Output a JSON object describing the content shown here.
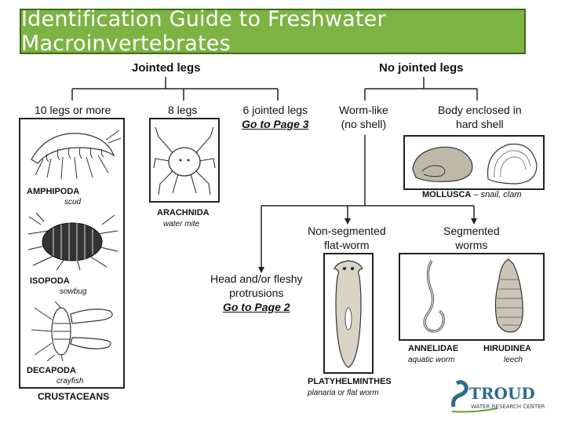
{
  "title": "Identification Guide to Freshwater Macroinvertebrates",
  "branches": {
    "jointed": "Jointed legs",
    "no_jointed": "No jointed legs"
  },
  "categories": {
    "ten_legs": "10 legs or more",
    "eight_legs": "8 legs",
    "six_legs": "6 jointed legs",
    "six_goto": "Go to Page 3",
    "worm_like_1": "Worm-like",
    "worm_like_2": "(no shell)",
    "shell_1": "Body enclosed in",
    "shell_2": "hard shell",
    "nonseg_1": "Non-segmented",
    "nonseg_2": "flat-worm",
    "seg_1": "Segmented",
    "seg_2": "worms",
    "head_1": "Head and/or fleshy",
    "head_2": "protrusions",
    "head_goto": "Go to Page 2"
  },
  "taxa": {
    "amphipoda": {
      "name": "AMPHIPODA",
      "common": "scud"
    },
    "isopoda": {
      "name": "ISOPODA",
      "common": "sowbug"
    },
    "decapoda": {
      "name": "DECAPODA",
      "common": "crayfish"
    },
    "crustaceans": "CRUSTACEANS",
    "arachnida": {
      "name": "ARACHNIDA",
      "common": "water mite"
    },
    "mollusca": {
      "name": "MOLLUSCA",
      "dash": " – ",
      "common": "snail, clam"
    },
    "platyhelminthes": {
      "name": "PLATYHELMINTHES",
      "common": "planaria or flat worm"
    },
    "annelidae": {
      "name": "ANNELIDAE",
      "common": "aquatic worm"
    },
    "hirudinea": {
      "name": "HIRUDINEA",
      "common": "leech"
    }
  },
  "logo": {
    "name": "STROUD",
    "sub": "WATER RESEARCH CENTER"
  },
  "colors": {
    "banner": "#7cb342",
    "banner_border": "#3d6b1c"
  }
}
